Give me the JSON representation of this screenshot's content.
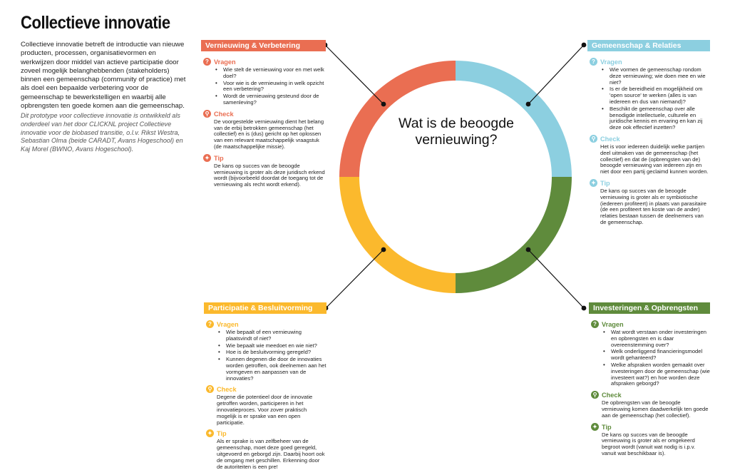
{
  "title": "Collectieve innovatie",
  "intro": "Collectieve innovatie betreft de introductie van nieuwe producten, processen, organisatievormen en werkwijzen door middel van actieve participatie door zoveel mogelijk belanghebbenden (stakeholders) binnen een gemeenschap (community of practice) met als doel een bepaalde verbetering voor de gemeenschap te bewerkstelligen en waarbij alle opbrengsten ten goede komen aan die gemeenschap.",
  "credit": "Dit prototype voor collectieve innovatie is ontwikkeld als onderdeel van het door CLICKNL project Collectieve innovatie voor de biobased transitie, o.l.v. Rikst Westra, Sebastian Olma (beide CARADT, Avans Hogeschool) en Kaj Morel (BWNO, Avans Hogeschool).",
  "center_question": "Wat is de beoogde vernieuwing?",
  "colors": {
    "red": "#ea6e52",
    "blue": "#8ccfe0",
    "green": "#5f8b3c",
    "yellow": "#fbb92d"
  },
  "labels": {
    "vragen": "Vragen",
    "check": "Check",
    "tip": "Tip"
  },
  "icons": {
    "vragen": "question-icon",
    "check": "search-icon",
    "tip": "lightbulb-icon"
  },
  "icon_glyphs": {
    "vragen": "?",
    "check": "⚲",
    "tip": "✦"
  },
  "panels": {
    "vernieuwing": {
      "title": "Vernieuwing & Verbetering",
      "vragen": [
        "Wie stelt de vernieuwing voor en met welk doel?",
        "Voor wie is de vernieuwing in welk opzicht een verbetering?",
        "Wordt de vernieuwing gesteund door de samenleving?"
      ],
      "check": "De voorgestelde vernieuwing dient het belang van de erbij betrokken gemeenschap (het collectief) en is (dus) gericht op het oplossen van een relevant maatschappelijk vraagstuk (de maatschappelijke missie).",
      "tip": "De kans op succes van de beoogde vernieuwing is groter als deze juridisch erkend wordt (bijvoorbeeld doordat de toegang tot de vernieuwing als recht wordt erkend)."
    },
    "gemeenschap": {
      "title": "Gemeenschap & Relaties",
      "vragen": [
        "Wie vormen de gemeenschap rondom deze vernieuwing; wie doen mee en wie niet?",
        "Is er de bereidheid en mogelijkheid om 'open source' te werken (alles is van iedereen en dus van niemand)?",
        "Beschikt de gemeenschap over alle benodigde intellectuele, culturele en juridische kennis en ervaring en kan zij deze ook effectief inzetten?"
      ],
      "check": "Het is voor iedereen duidelijk welke partijen deel uitmaken van de gemeenschap (het collectief) en dat de (opbrengsten van de) beoogde vernieuwing van iedereen zijn en niet door een partij geclaimd kunnen worden.",
      "tip": "De kans op succes van de beoogde vernieuwing is groter als er symbiotische (iedereen profiteert) in plaats van parasitaire (de een profiteert ten koste van de ander) relaties bestaan tussen de deelnemers van de gemeenschap."
    },
    "participatie": {
      "title": "Participatie & Besluitvorming",
      "vragen": [
        "Wie bepaalt of een vernieuwing plaatsvindt of niet?",
        "Wie bepaalt wie meedoet en wie niet?",
        "Hoe is de besluitvorming geregeld?",
        "Kunnen degenen die door de innovaties worden getroffen, ook deelnemen aan het vormgeven en aanpassen van de innovaties?"
      ],
      "check": "Degene die potentieel door de innovatie getroffen worden, participeren in het innovatieproces. Voor zover praktisch mogelijk is er sprake van een open participatie.",
      "tip": "Als er sprake is van zelfbeheer van de gemeenschap, moet deze goed geregeld, uitgevoerd en geborgd zijn. Daarbij hoort ook de omgang met geschillen. Erkenning door de autoriteiten is een pre!"
    },
    "investeringen": {
      "title": "Investeringen & Opbrengsten",
      "vragen": [
        "Wat wordt verstaan onder investeringen en opbrengsten en is daar overeenstemming over?",
        "Welk onderliggend financieringsmodel wordt gehanteerd?",
        "Welke afspraken worden gemaakt over investeringen door de gemeenschap (wie investeert wat?) en hoe worden deze afspraken geborgd?"
      ],
      "check": "De opbrengsten van de beoogde vernieuwing komen daadwerkelijk ten goede aan de gemeenschap (het collectief).",
      "tip": "De kans op succes van de beoogde vernieuwing is groter als er omgekeerd begroot wordt (vanuit wat nodig is i.p.v. vanuit wat beschikbaar is)."
    }
  },
  "ring_segments": [
    {
      "name": "gemeenschap",
      "color": "#8ccfe0"
    },
    {
      "name": "investeringen",
      "color": "#5f8b3c"
    },
    {
      "name": "participatie",
      "color": "#fbb92d"
    },
    {
      "name": "vernieuwing",
      "color": "#ea6e52"
    }
  ]
}
